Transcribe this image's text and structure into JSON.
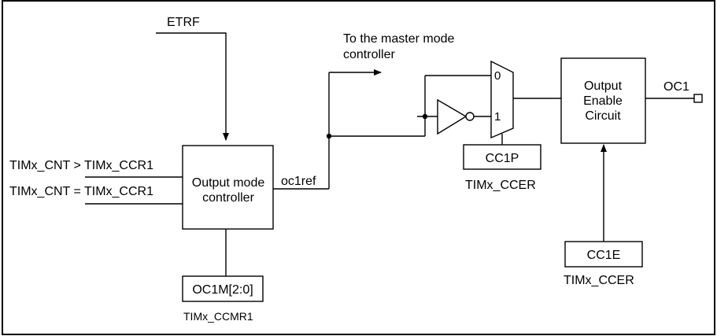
{
  "labels": {
    "etrf": "ETRF",
    "to_master": [
      "To the master mode",
      "controller"
    ],
    "cnt_gt": "TIMx_CNT > TIMx_CCR1",
    "cnt_eq": "TIMx_CNT = TIMx_CCR1",
    "omc": [
      "Output mode",
      "controller"
    ],
    "oc1ref": "oc1ref",
    "mux0": "0",
    "mux1": "1",
    "cc1p": "CC1P",
    "ccer_cc1p": "TIMx_CCER",
    "oec": [
      "Output",
      "Enable",
      "Circuit"
    ],
    "oc1": "OC1",
    "cc1e": "CC1E",
    "ccer_cc1e": "TIMx_CCER",
    "oc1m": "OC1M[2:0]",
    "ccmr1": "TIMx_CCMR1"
  }
}
